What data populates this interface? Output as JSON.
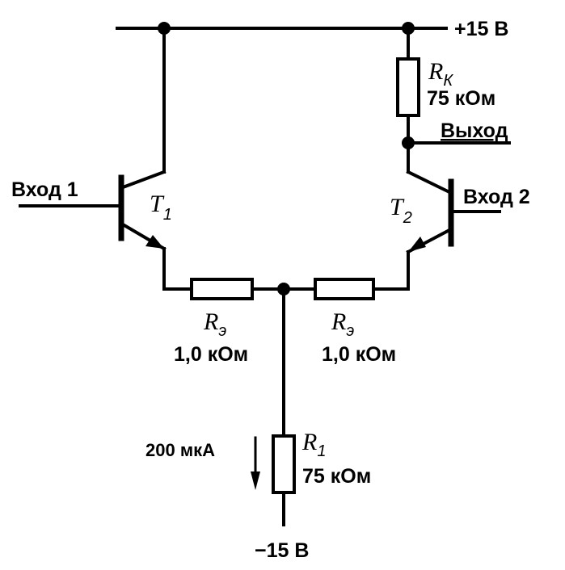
{
  "supply": {
    "positive": "+15 В",
    "negative": "−15 В"
  },
  "rk": {
    "symbol": "R",
    "subscript": "К",
    "value": "75 кОм"
  },
  "output": {
    "label": "Выход"
  },
  "input1": {
    "label": "Вход 1"
  },
  "input2": {
    "label": "Вход 2"
  },
  "t1": {
    "symbol": "T",
    "subscript": "1"
  },
  "t2": {
    "symbol": "T",
    "subscript": "2"
  },
  "re_left": {
    "symbol": "R",
    "subscript": "э",
    "value": "1,0 кОм"
  },
  "re_right": {
    "symbol": "R",
    "subscript": "э",
    "value": "1,0 кОм"
  },
  "r1": {
    "symbol": "R",
    "subscript": "1",
    "value": "75 кОм"
  },
  "current": {
    "label": "200 мкА"
  }
}
